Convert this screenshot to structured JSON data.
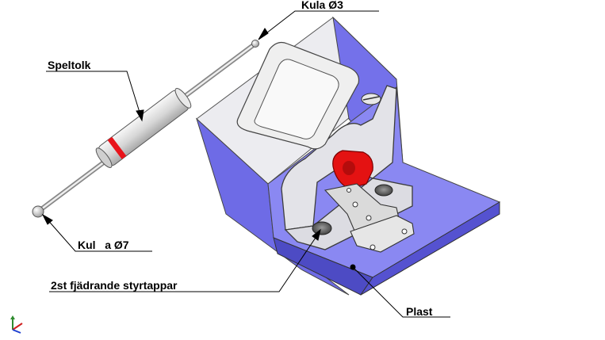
{
  "labels": {
    "kula3": "Kula Ø3",
    "speltolk": "Speltolk",
    "kula7": "Kul   a Ø7",
    "styrtappar": "2st fjädrande styrtappar",
    "plast": "Plast"
  },
  "colors": {
    "fixture_side": "#6f6ce8",
    "fixture_top": "#8e8cf4",
    "fixture_light": "#e9e9ee",
    "plate_steel": "#e2e2e6",
    "clamp_red": "#e41212",
    "gauge_band": "#e8131a"
  },
  "icons": {
    "axis": "axis-triad-icon"
  }
}
